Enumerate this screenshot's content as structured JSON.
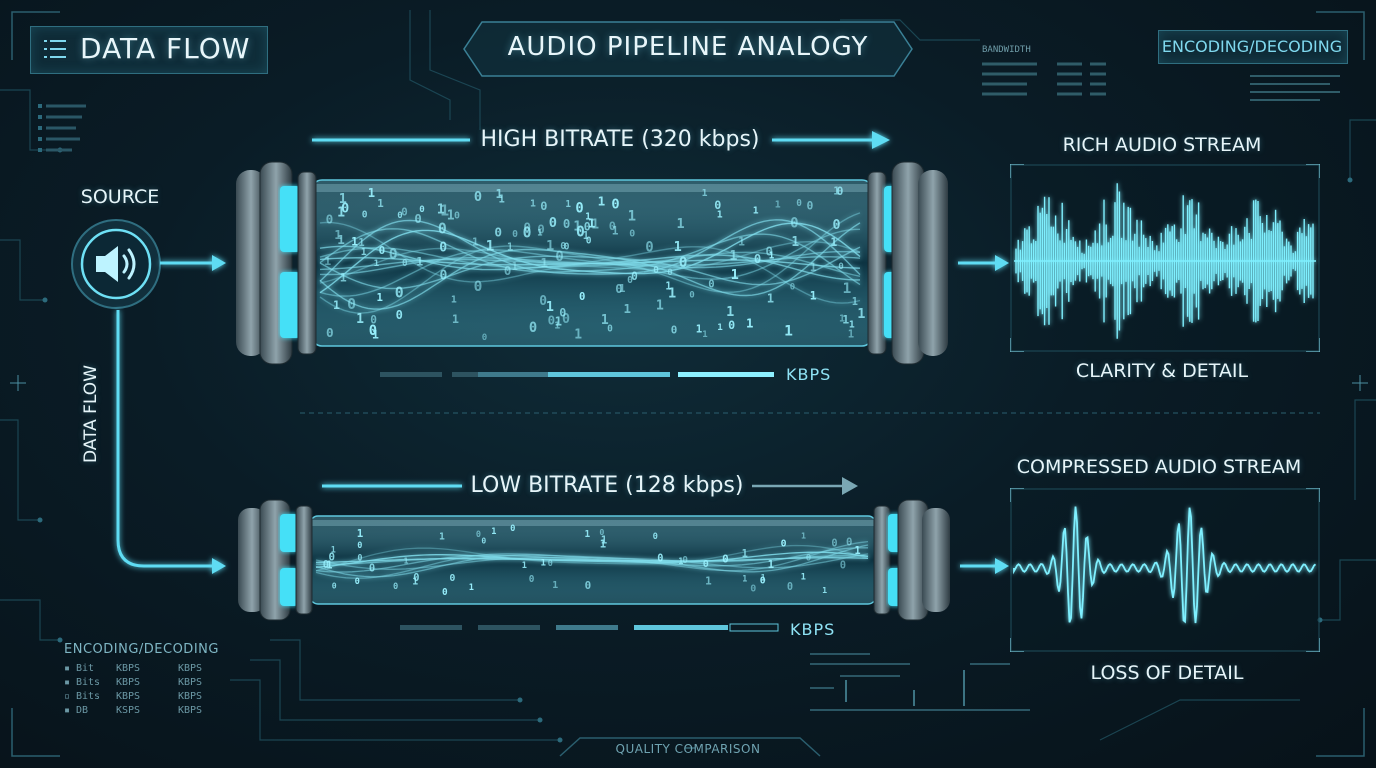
{
  "header": {
    "left_title": "DATA FLOW",
    "center_title": "AUDIO PIPELINE ANALOGY",
    "right_title": "ENCODING/DECODING",
    "bandwidth_label": "BANDWIDTH"
  },
  "source": {
    "label": "SOURCE",
    "icon": "speaker-icon"
  },
  "vertical_label": "DATA FLOW",
  "high": {
    "label": "HIGH BITRATE (320 kbps)",
    "unit": "KBPS",
    "stream_title": "RICH AUDIO STREAM",
    "caption": "CLARITY & DETAIL"
  },
  "low": {
    "label": "LOW BITRATE (128 kbps)",
    "unit": "KBPS",
    "stream_title": "COMPRESSED AUDIO STREAM",
    "caption": "LOSS OF DETAIL"
  },
  "encoding_panel": {
    "title": "ENCODING/DECODING",
    "rows": [
      [
        "Bit",
        "KBPS",
        "KBPS"
      ],
      [
        "Bits",
        "KBPS",
        "KBPS"
      ],
      [
        "Bits",
        "KBPS",
        "KBPS"
      ],
      [
        "DB",
        "KSPS",
        "KBPS"
      ]
    ]
  },
  "footer": {
    "label": "QUALITY COMPARISON"
  },
  "colors": {
    "accent": "#46d4ef",
    "accent_bright": "#8ff0ff",
    "panel_border": "#2f6e80",
    "background": "#0a1c26"
  }
}
